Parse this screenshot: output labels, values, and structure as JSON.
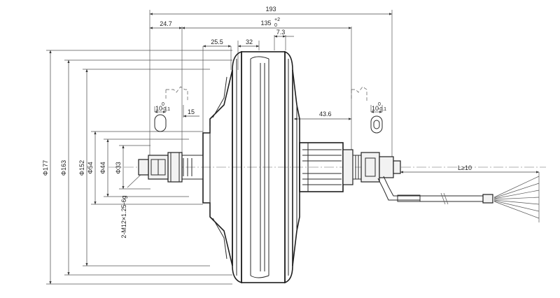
{
  "dimensions": {
    "overall_width": "193",
    "axle_offset": "24.7",
    "dropout_spacing": "135",
    "dropout_tol_upper": "+2",
    "dropout_tol_lower": "0",
    "rim_offset": "7.3",
    "flange_width": "25.5",
    "hub_center": "32",
    "slot_left": "15",
    "freewheel_offset": "43.6",
    "slot_width_left": "10",
    "slot_width_right": "10",
    "slot_tol_upper": "0",
    "slot_tol_lower": "-0.1",
    "dia_177": "Φ177",
    "dia_163": "Φ163",
    "dia_152": "Φ152",
    "dia_54": "Φ54",
    "dia_44": "Φ44",
    "dia_33": "Φ33",
    "thread": "2-M12×1.25-6g",
    "cable_length": "L≥10"
  }
}
